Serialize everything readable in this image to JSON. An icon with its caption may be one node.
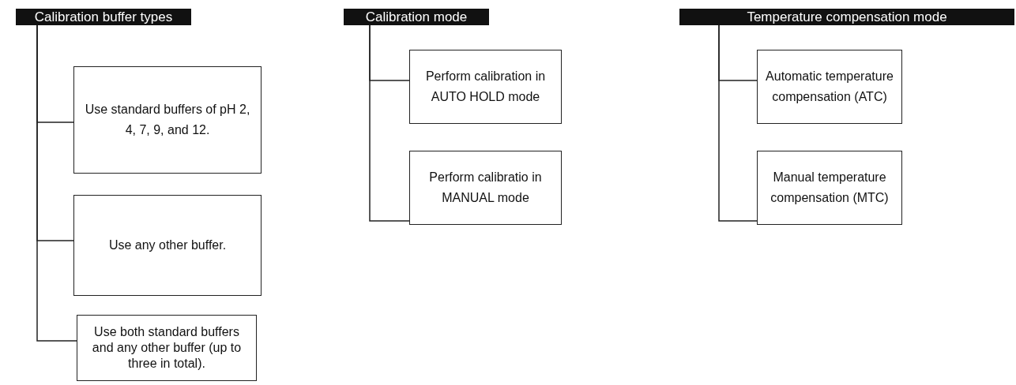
{
  "diagram": {
    "nodes": [
      {
        "text": [
          "Calibration buffer types"
        ]
      },
      {
        "text": [
          "Use standard buffers of pH 2, 4, 7, 9, and 12."
        ]
      },
      {
        "text": [
          "Use any other buffer."
        ]
      },
      {
        "text": [
          "Use both standard buffers and any other buffer (up to three in total)."
        ]
      },
      {
        "text": [
          "Calibration mode"
        ]
      },
      {
        "text": [
          "Perform calibration in AUTO HOLD mode"
        ]
      },
      {
        "text": [
          "Perform calibratio in MANUAL mode"
        ]
      },
      {
        "text": [
          "Temperature compensation mode"
        ]
      },
      {
        "text": [
          "Automatic temperature compensation (ATC)"
        ]
      },
      {
        "text": [
          "Manual temperature compensation (MTC)"
        ]
      }
    ],
    "edges": [
      {
        "from": 0,
        "to": 1,
        "arrow": "none"
      },
      {
        "from": 0,
        "to": 2,
        "arrow": "none"
      },
      {
        "from": 0,
        "to": 3,
        "arrow": "none"
      },
      {
        "from": 4,
        "to": 5,
        "arrow": "none"
      },
      {
        "from": 4,
        "to": 6,
        "arrow": "none"
      },
      {
        "from": 7,
        "to": 8,
        "arrow": "none"
      },
      {
        "from": 7,
        "to": 9,
        "arrow": "none"
      }
    ]
  }
}
